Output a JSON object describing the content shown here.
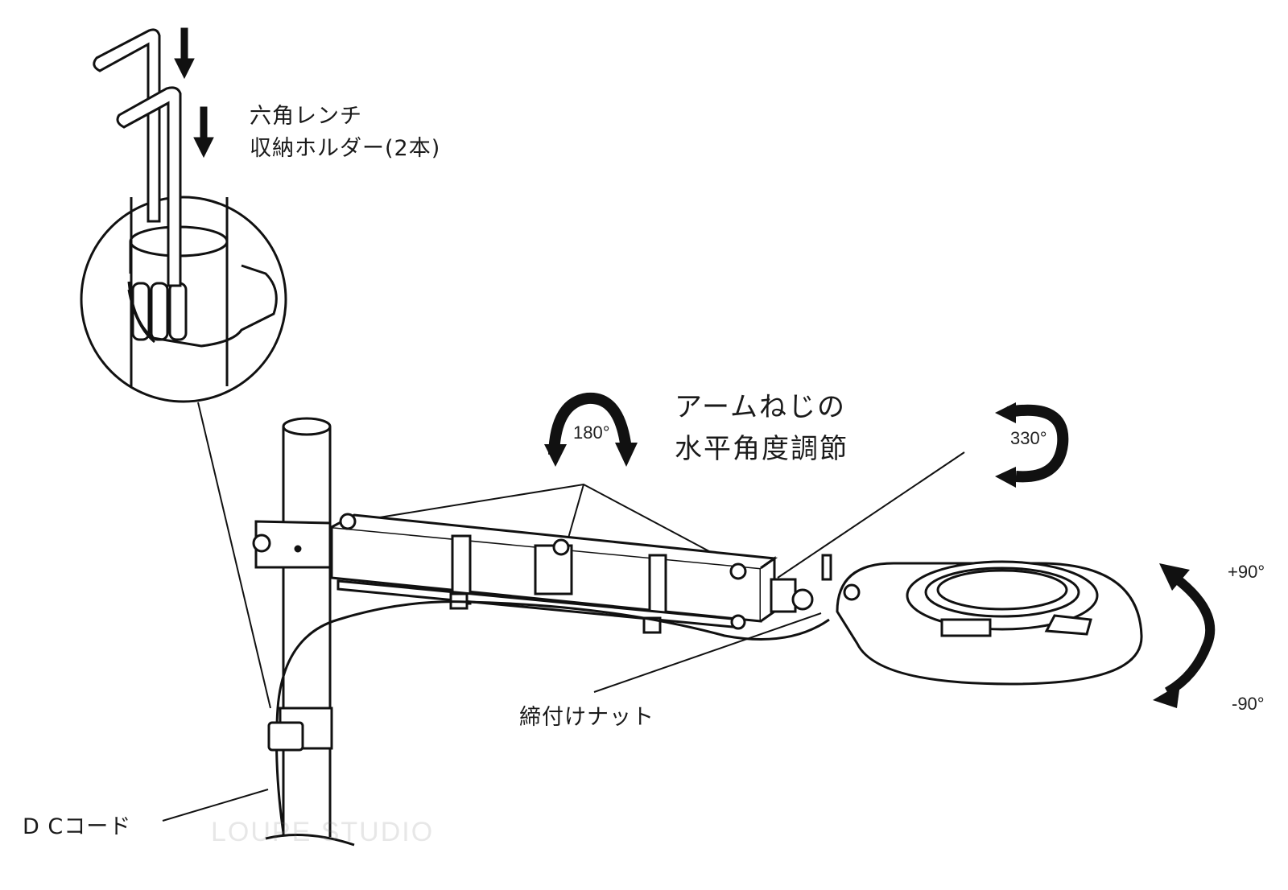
{
  "labels": {
    "hex_wrench_line1": "六角レンチ",
    "hex_wrench_line2": "収納ホルダー(2本)",
    "arm_screw_line1": "アームねじの",
    "arm_screw_line2": "水平角度調節",
    "tightening_nut": "締付けナット",
    "dc_cord": "D Cコード"
  },
  "angles": {
    "arm_rotation": "180°",
    "head_rotation": "330°",
    "tilt_up": "+90°",
    "tilt_down": "-90°"
  },
  "watermark": "LOUPE STUDIO"
}
